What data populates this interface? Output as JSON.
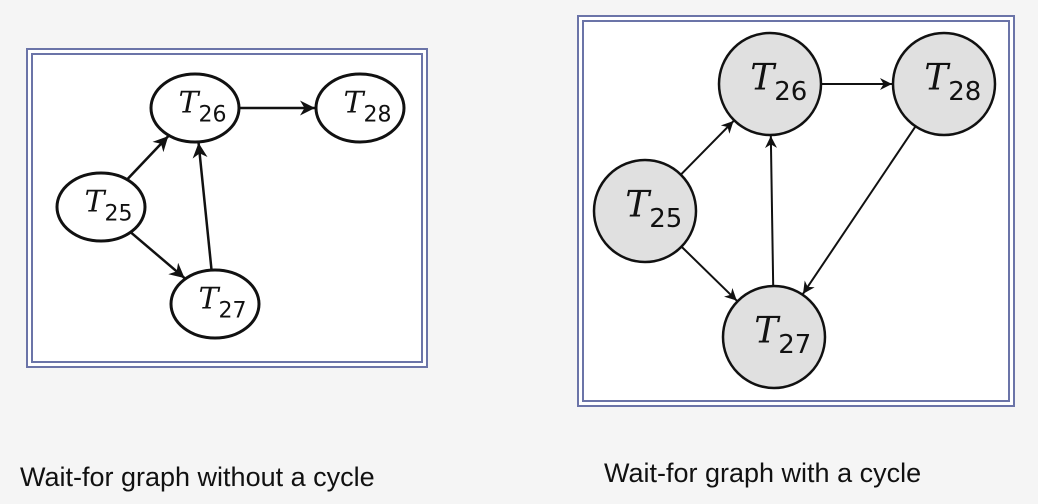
{
  "left_diagram": {
    "caption": "Wait-for graph without a cycle",
    "nodes": [
      {
        "id": "T25",
        "letter": "T",
        "sub": "25"
      },
      {
        "id": "T26",
        "letter": "T",
        "sub": "26"
      },
      {
        "id": "T27",
        "letter": "T",
        "sub": "27"
      },
      {
        "id": "T28",
        "letter": "T",
        "sub": "28"
      }
    ],
    "edges": [
      {
        "from": "T25",
        "to": "T26"
      },
      {
        "from": "T25",
        "to": "T27"
      },
      {
        "from": "T26",
        "to": "T28"
      },
      {
        "from": "T27",
        "to": "T26"
      }
    ],
    "node_fill": "#ffffff"
  },
  "right_diagram": {
    "caption": "Wait-for graph with a cycle",
    "nodes": [
      {
        "id": "T25",
        "letter": "T",
        "sub": "25"
      },
      {
        "id": "T26",
        "letter": "T",
        "sub": "26"
      },
      {
        "id": "T27",
        "letter": "T",
        "sub": "27"
      },
      {
        "id": "T28",
        "letter": "T",
        "sub": "28"
      }
    ],
    "edges": [
      {
        "from": "T25",
        "to": "T26"
      },
      {
        "from": "T25",
        "to": "T27"
      },
      {
        "from": "T26",
        "to": "T28"
      },
      {
        "from": "T27",
        "to": "T26"
      },
      {
        "from": "T28",
        "to": "T27"
      }
    ],
    "node_fill": "#e0e0e0"
  },
  "border_color": "#6b74a8"
}
